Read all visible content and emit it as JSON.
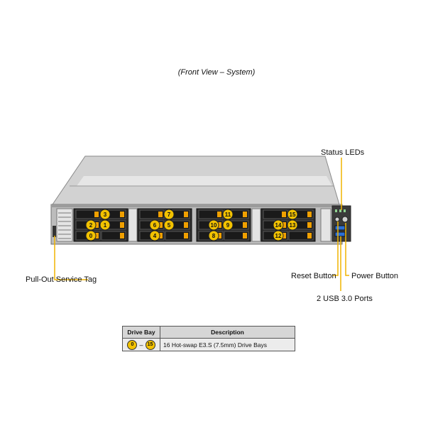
{
  "caption": "(Front View – System)",
  "callouts": {
    "status_leds": "Status LEDs",
    "pull_out_tag": "Pull-Out Service Tag",
    "reset_button": "Reset Button",
    "power_button": "Power Button",
    "usb_ports": "2 USB 3.0 Ports"
  },
  "bays": {
    "left_col": [
      "3",
      "2",
      "0",
      "7",
      "6",
      "4",
      "11",
      "10",
      "8",
      "15",
      "14",
      "12"
    ],
    "right_col": [
      "1",
      "5",
      "9",
      "13"
    ]
  },
  "table": {
    "headers": [
      "Drive Bay",
      "Description"
    ],
    "range_start": "0",
    "range_dash": "–",
    "range_end": "15",
    "description": "16 Hot-swap E3.S (7.5mm) Drive Bays"
  },
  "colors": {
    "accent_yellow": "#f2c200",
    "chassis_gray": "#c8c8c8",
    "callout_line": "#f0b400"
  }
}
